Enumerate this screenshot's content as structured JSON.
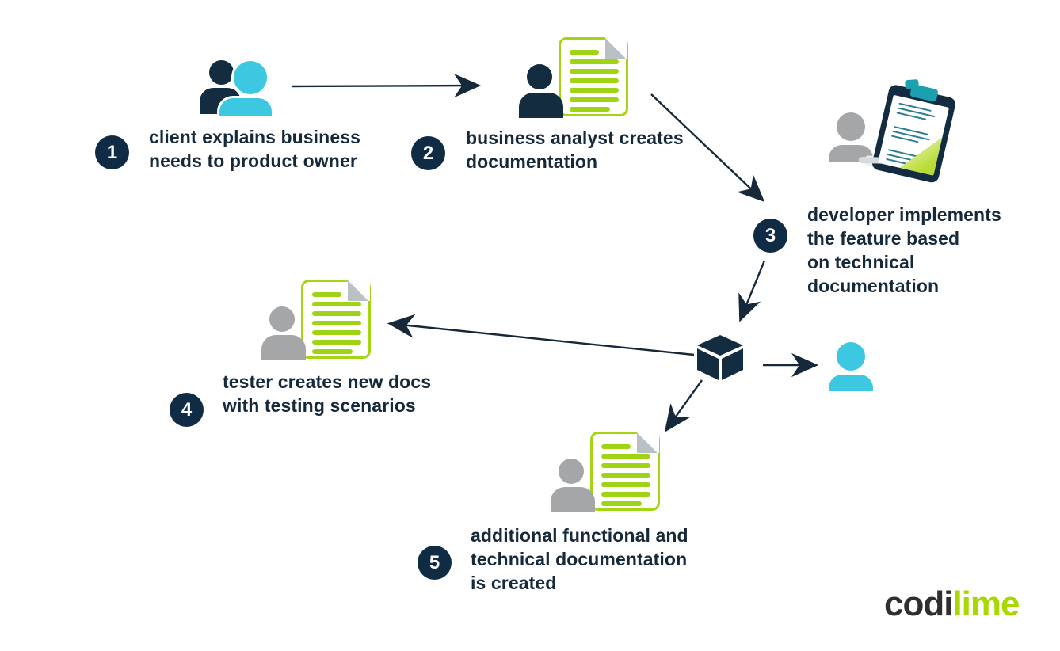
{
  "title_hint": "software documentation workflow infographic",
  "colors": {
    "navy": "#132c40",
    "text_navy": "#16293b",
    "badge_navy": "#102c44",
    "cyan": "#3bc8e0",
    "lime": "#a3d512",
    "lime_logo": "#a8d800",
    "gray_person": "#a4a6a8",
    "fold_gray": "#b9c0c6",
    "teal_clip": "#1ba0b0",
    "background": "#ffffff"
  },
  "steps": [
    {
      "number": "1",
      "label": "client explains business\nneeds to product owner"
    },
    {
      "number": "2",
      "label": "business analyst creates\ndocumentation"
    },
    {
      "number": "3",
      "label": "developer implements\nthe feature based\non technical\ndocumentation"
    },
    {
      "number": "4",
      "label": "tester creates new docs\nwith testing scenarios"
    },
    {
      "number": "5",
      "label": "additional functional and\ntechnical documentation\nis created"
    }
  ],
  "icons": {
    "pair": "two-people-icon (client + product owner)",
    "analyst_doc": "person-with-document-icon (navy person, lime document)",
    "developer": "gray-person-icon",
    "clipboard": "clipboard-checklist-icon (teal clip, lime page curl)",
    "package": "cube-package-icon",
    "tester_doc": "person-with-document-icon (gray person, lime document)",
    "end_user": "cyan-person-icon",
    "extra_doc": "person-with-document-icon (gray person, lime document)"
  },
  "edges": [
    {
      "from": "client-pair",
      "to": "analyst-document"
    },
    {
      "from": "analyst-document",
      "to": "step-3-developer"
    },
    {
      "from": "step-3-developer",
      "to": "package-cube"
    },
    {
      "from": "package-cube",
      "to": "tester-document"
    },
    {
      "from": "package-cube",
      "to": "end-user"
    },
    {
      "from": "package-cube",
      "to": "additional-document"
    }
  ],
  "logo": {
    "prefix": "codi",
    "suffix": "lime"
  }
}
